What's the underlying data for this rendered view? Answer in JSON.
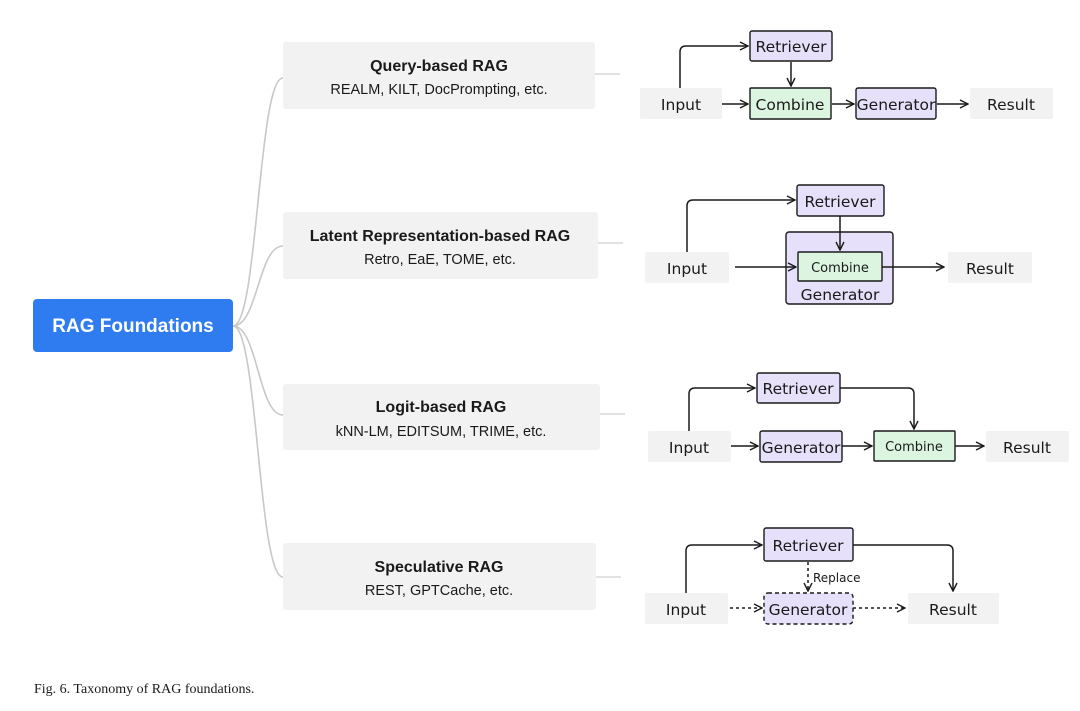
{
  "root": {
    "label": "RAG Foundations"
  },
  "categories": [
    {
      "title": "Query-based RAG",
      "subtitle": "REALM, KILT, DocPrompting, etc."
    },
    {
      "title": "Latent Representation-based RAG",
      "subtitle": "Retro, EaE, TOME, etc."
    },
    {
      "title": "Logit-based RAG",
      "subtitle": "kNN-LM, EDITSUM, TRIME, etc."
    },
    {
      "title": "Speculative RAG",
      "subtitle": "REST, GPTCache, etc."
    }
  ],
  "flows": {
    "query": {
      "input": "Input",
      "retriever": "Retriever",
      "combine": "Combine",
      "generator": "Generator",
      "result": "Result"
    },
    "latent": {
      "input": "Input",
      "retriever": "Retriever",
      "combine": "Combine",
      "generator": "Generator",
      "result": "Result"
    },
    "logit": {
      "input": "Input",
      "retriever": "Retriever",
      "generator": "Generator",
      "combine": "Combine",
      "result": "Result"
    },
    "speculative": {
      "input": "Input",
      "retriever": "Retriever",
      "replace": "Replace",
      "generator": "Generator",
      "result": "Result"
    }
  },
  "caption": "Fig. 6.  Taxonomy of RAG foundations."
}
